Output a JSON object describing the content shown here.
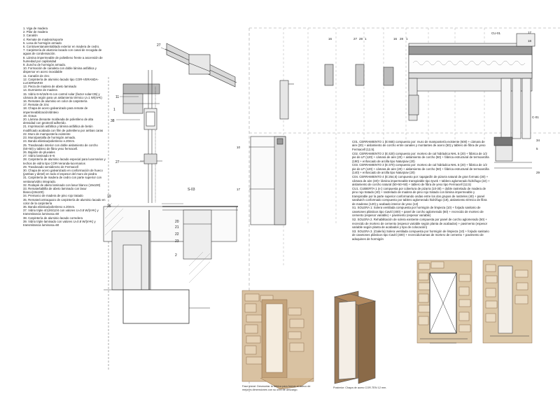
{
  "legend": [
    "1. Viga de madera",
    "2. Pilar de madera",
    "3. Canalón",
    "4. Remate de madera/soporte",
    "5. Losa de hormigón armado",
    "6. Contraventana/entablado exterior en madera de cedro.",
    "7. Carpintería de aluminio lacado con canal de recogida de aguas de condensación.",
    "8. Lámina impermeable de polietileno frente a ascensión de humedad por capilaridad",
    "9. Zuncho de hormigón armado.",
    "10. Formación de canaleta con doble lámina asfáltica y dispersor en acero inoxidable",
    "11. Canalón de zinc",
    "12. Carpintería de aluminio lacado tipo COR-VERANDA-LUCERNARIO",
    "13. Pieza de madera de abeto laminado",
    "14. Durmiente de madera",
    "15. Vidrio 6+6/16/6+6 con control solar (factor solar<35) y cámara de argón para un aislamiento térmico U=1 W/(m²K)",
    "16. Remates de aluminio en color de carpintería",
    "17. Remate de zinc",
    "18. Chapa de acero galvanizado para remate de impermeabilización/dinteio",
    "19. Grava",
    "20. Lámina drenante moldeada de polietileno de alta densidad con geotextil adherido.",
    "21. Imprimación asfáltica y lámina asfáltica de betún modificado acabada con film de polietileno por ambas caras",
    "22. Muro de mampostería existente",
    "23. Muro/pantalla de hormigón armado.",
    "24. Banda elástica/polietireno e.20mm.",
    "25. Trasdosado interior con doble aislamiento de corcho (50+50) y tablero de fibra yeso fermacell.",
    "26. Bajante de pluviales",
    "27. Vidrio laminado 6+6",
    "28. Carpintería de aluminio lacado especial para lucernarios y techos de vidrio tipo COR-Veranda-lucernarios",
    "29. Trasdosado semidirecto de Fermacell",
    "30. Chapa de acero galvanizado en conformación de hueco (jambas y dintel) en todo el espesor del muro de piedra",
    "31. Carpintería de madera de cedro con parte superior con ventana/vidrio integrado.",
    "32. Rodapié de abeto laminado con lasur blanco (19x100)",
    "33. Remate/tablilla de abeto laminado con lasur blanco(19x100)",
    "34. Premarco de madera de pino rojo tratado",
    "35. Remate/contraquazo de carpintería de aluminio lacado en color de la carpintería",
    "36. Banda elástica/polietireno e.20mm.",
    "37. Vidrio triple 4/12/6/12/4 con valores U=0.8 W/(m²K) y transmitancia luminosa=60",
    "38. Carpintería de aluminio lacado corredera",
    "39. Vidrio triple laminado con valores U=0.8 W/(m²K) y transmitancia luminosa=60"
  ],
  "spec": [
    "C01. CERRAMIENTO 1 (E:665) compuesto por: muro de mampostería existente (600) + cámara de aire (20) + aislamiento de corcho entre canales y montantes de acero (50) y tablero de fibra de yeso Fermacell (12,5).",
    "C02. CERRAMIENTO 2 (E:420) compuesto por: mortero de cal hidráulica NHL 5 (20) + fábrica de 1/2 pie de LP (120) + cámara de aire (20) + aislamiento de corcho (50) + fábrica estructural de termoarcilla (190) + enfoscado de arcilla tipo Naturpiav (20)",
    "C03. CERRAMIENTO 3 (E:370) compuesto por: mortero de cal hidráulica NHL 5 (20) + fábrica de 1/2 pie de LP (120) + cámara de aire (20) + aislamiento de corcho (50) + fábrica estructural de termoarcilla (140) + enfoscado de arcilla tipo Naturpiav (20)",
    "C04. CERRAMIENTO 4 (E:254,5) compuesto por: tapajardín de pizarra natural de gran formato (30) + cámara de aire (40)+ lámina impermeable transpirable tipo tyvek + tablero aglomerado hidrófugo (22) + aislamiento de corcho natural (50+50+50) + tablero de fibra de yeso tipo Fermacell (12,5)",
    "CU1. CUBIERTA 1 (e:) compuesta por cobertura de pizarra (10-30) + doble rastrelado de madera de pino rojo tratado (40) + rastrelado de madera de pino rojo tratado con lámina impermeable y transpirable por la parte superior conformando ondas entre los dos grupos de rastreles (40) + panel sandwich conformado compuesto por tablero aglomerado hidrófugo (19), aislamiento térmico de fibra de maderas (120) y acabado interior de yeso (13)",
    "S1. SOLERA 1: Solera ventilada compuesta por hormigón de limpieza (10) + forjado sanitario de casetones plásticos tipo Cavití (400) + panel de corcho aglomerado (60) + recrecido de mortero de cemento (espesor variable) + pavimento (espesor variable)",
    "S2. SOLERA 2. Rehabilitación de solera existente compuesta por panel de corcho aglomerado (50) + recrecido de mortero de cemento (espesor variable según planta de acabados) + pavimento (espesor variable según planta de acabados y tipo de colocación)",
    "S3. SOLERA 3. (Galería) Solera ventilada compuesta por hormigón de limpieza (10) + forjado sanitario de casetones plásticos tipo Cavití (400) + recrecido/camas de mortero de cemento + pavimento de adoquines de hormigón"
  ],
  "captions": {
    "left": "Fase inicial: Desmontar la fábrica para formar el hueco de mejores dimensiones con su orco de descargo.",
    "right": "Posterior: Chapa de acero COR-TEN 12 mm."
  },
  "labels": {
    "l27": "27",
    "l11": "11",
    "l1": "1",
    "l38": "38",
    "l27b": "27",
    "l19": "19",
    "l35": "35",
    "l20": "20",
    "l21": "21",
    "l22": "22",
    "l23": "23",
    "l2": "2",
    "s03": "S-03",
    "t16": "16",
    "t27": "27",
    "t28": "28",
    "t1": "1",
    "t16b": "16",
    "t28b": "28",
    "t1b": "1",
    "cu01": "CU-01",
    "t17": "17",
    "t18": "18",
    "c01": "C-01",
    "r34": "34",
    "r5": "5",
    "r29": "29",
    "m10": "10",
    "m17": "17"
  }
}
